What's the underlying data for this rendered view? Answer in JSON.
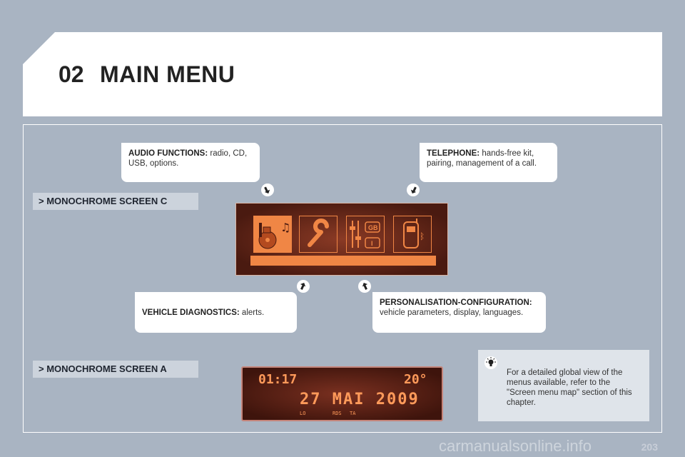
{
  "header": {
    "chapter": "02",
    "title": "MAIN MENU"
  },
  "sections": {
    "screen_c_label": "> MONOCHROME SCREEN C",
    "screen_a_label": "> MONOCHROME SCREEN A"
  },
  "callouts": {
    "audio": {
      "bold": "AUDIO FUNCTIONS:",
      "text": " radio, CD, USB, options."
    },
    "telephone": {
      "bold": "TELEPHONE:",
      "text": " hands-free kit, pairing, management of a call."
    },
    "diagnostics": {
      "bold": "VEHICLE DIAGNOSTICS:",
      "text": " alerts."
    },
    "personalisation": {
      "bold": "PERSONALISATION-CONFIGURATION:",
      "text": " vehicle parameters, display, languages."
    }
  },
  "screen_c": {
    "icons": [
      "audio-media-icon",
      "wrench-icon",
      "sliders-language-icon",
      "phone-icon"
    ],
    "language_badges": [
      "GB",
      "I"
    ]
  },
  "screen_a": {
    "time": "01:17",
    "temperature": "20°",
    "date": "27 MAI 2009",
    "indicators": [
      "LO",
      "RDS",
      "TA"
    ]
  },
  "note": {
    "text": "For a detailed global view of the menus available, refer to the \"Screen menu map\" section of this chapter."
  },
  "page_number": "203",
  "watermark": "carmanualsonline.info",
  "colors": {
    "background": "#a9b4c2",
    "lcd_accent": "#f08645",
    "lcd_bg": "#4a1a10"
  }
}
